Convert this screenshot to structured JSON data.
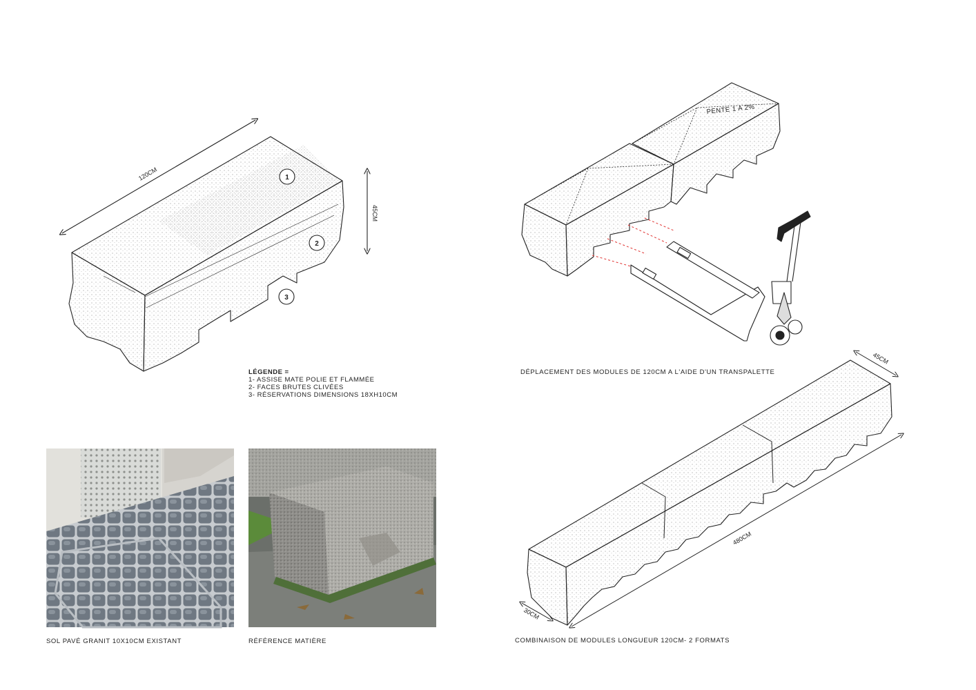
{
  "diagram1": {
    "dim_length": "120CM",
    "dim_height": "45CM",
    "markers": [
      "1",
      "2",
      "3"
    ]
  },
  "legend": {
    "title": "LÉGENDE =",
    "items": [
      "1- ASSISE MATE POLIE ET FLAMMÉE",
      "2- FACES BRUTES CLIVÉES",
      "3- RÉSERVATIONS DIMENSIONS 18XH10CM"
    ]
  },
  "diagram2": {
    "slope_label": "PENTE 1 A 2%",
    "caption": "DÉPLACEMENT DES MODULES DE 120CM A L'AIDE D'UN TRANSPALETTE"
  },
  "diagram3": {
    "dim_width_top": "45CM",
    "dim_width_bottom": "30CM",
    "dim_length": "480CM",
    "caption": "COMBINAISON DE MODULES LONGUEUR 120CM- 2 FORMATS"
  },
  "photos": {
    "left_caption": "SOL PAVÉ GRANIT 10X10CM EXISTANT",
    "right_caption": "RÉFÉRENCE MATIÈRE"
  },
  "colors": {
    "ink": "#222222",
    "dashed_red": "#e0312f",
    "paving": "#8a9098",
    "granite": "#a9a8a3",
    "grass": "#5b8b3a"
  }
}
